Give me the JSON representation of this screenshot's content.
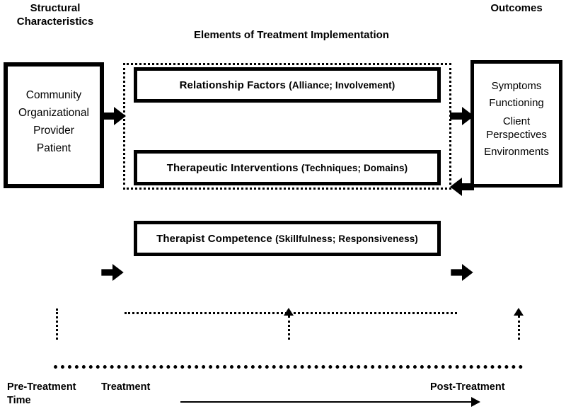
{
  "figure": {
    "headings": {
      "structural": "Structural\nCharacteristics",
      "elements": "Elements of Treatment Implementation",
      "outcomes": "Outcomes"
    },
    "structural_box": {
      "items": [
        "Community",
        "Organizational",
        "Provider",
        "Patient"
      ]
    },
    "outcomes_box": {
      "items": [
        "Symptoms",
        "Functioning",
        "Client Perspectives",
        "Environments"
      ],
      "item_1": "Symptoms",
      "item_2": "Functioning",
      "item_3a": "Client",
      "item_3b": "Perspectives",
      "item_4": "Environments"
    },
    "elements": [
      {
        "title": "Relationship Factors",
        "detail": "(Alliance; Involvement)"
      },
      {
        "title": "Therapeutic Interventions",
        "detail": "(Techniques; Domains)"
      }
    ],
    "competence": {
      "title": "Therapist Competence",
      "detail": "(Skillfulness; Responsiveness)"
    },
    "timeline": {
      "pre": "Pre-Treatment\nTime",
      "treatment": "Treatment",
      "post": "Post-Treatment"
    },
    "arrows": {
      "structural_to_elements": "block-arrow-right-icon",
      "elements_to_outcomes": "block-arrow-right-icon",
      "outcomes_feedback": "block-arrow-left-icon",
      "competence_left": "block-arrow-right-icon",
      "competence_right": "block-arrow-right-icon",
      "time_up_center": "dotted-arrow-up-icon",
      "time_up_right": "dotted-arrow-up-icon",
      "timeline_direction": "thin-arrow-right-icon"
    },
    "colors": {
      "stroke": "#000000",
      "background": "#ffffff"
    }
  }
}
